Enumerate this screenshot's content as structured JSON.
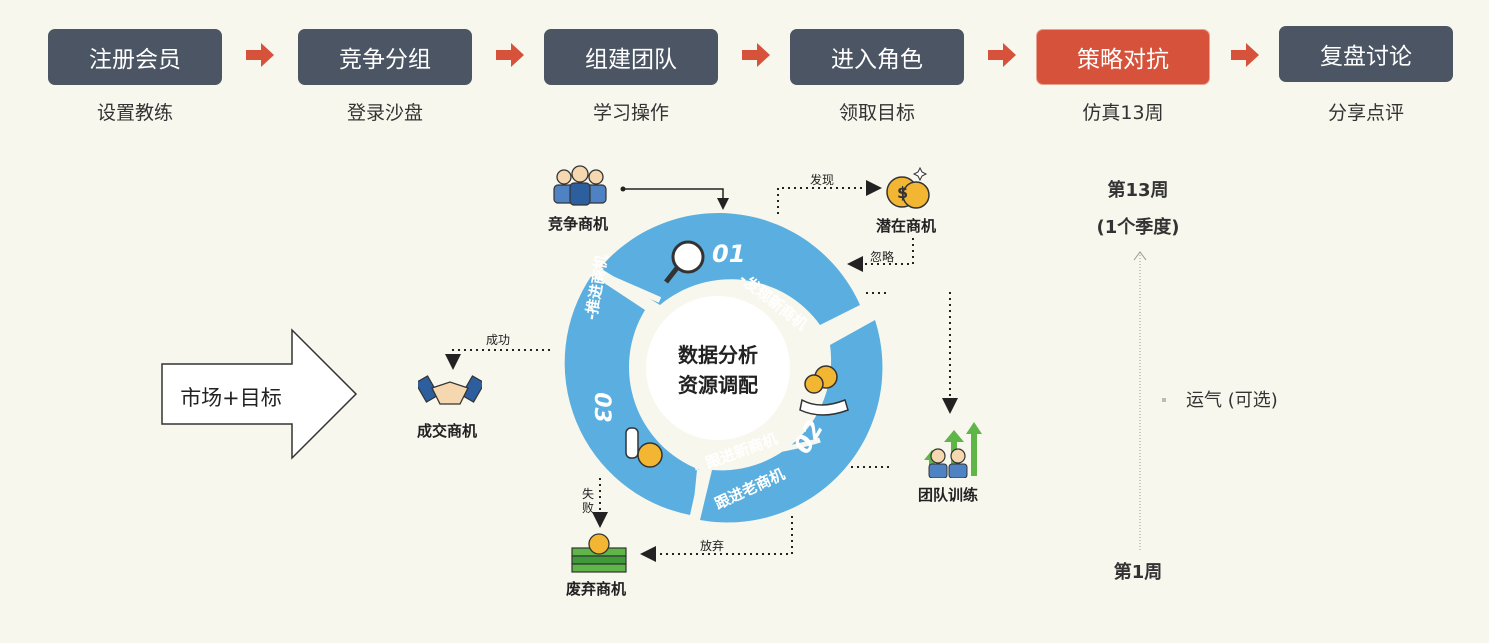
{
  "steps": [
    {
      "title": "注册会员",
      "sub": "设置教练"
    },
    {
      "title": "竞争分组",
      "sub": "登录沙盘"
    },
    {
      "title": "组建团队",
      "sub": "学习操作"
    },
    {
      "title": "进入角色",
      "sub": "领取目标"
    },
    {
      "title": "策略对抗",
      "sub": "仿真13周"
    },
    {
      "title": "复盘讨论",
      "sub": "分享点评"
    }
  ],
  "market_arrow": "市场+目标",
  "center": {
    "line1": "数据分析",
    "line2": "资源调配"
  },
  "ring": {
    "seg1": "01",
    "seg1_text": "-发现新商机",
    "seg2": "02",
    "seg2_text_a": "跟进新商机",
    "seg2_text_b": "跟进老商机",
    "seg3": "03",
    "seg3_text": "-推进商机"
  },
  "nodes": {
    "competitive": "竞争商机",
    "potential": "潜在商机",
    "deal": "成交商机",
    "abandoned": "废弃商机",
    "team": "团队训练"
  },
  "edges": {
    "discover": "发现",
    "ignore": "忽略",
    "success": "成功",
    "fail": "失败",
    "giveup": "放弃"
  },
  "timeline": {
    "top_a": "第13周",
    "top_b": "(1个季度)",
    "bottom": "第1周",
    "luck": "运气 (可选)"
  },
  "colors": {
    "dark": "#4c5563",
    "accent": "#d6523a",
    "ring": "#5aafe0",
    "bg": "#f8f7ee"
  }
}
